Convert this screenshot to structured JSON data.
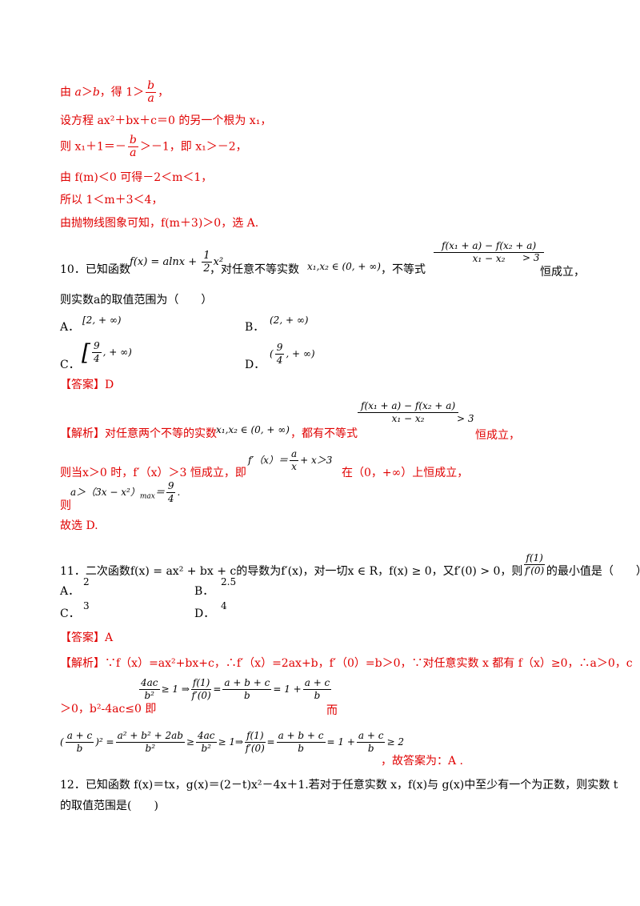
{
  "prev": {
    "l1_a": "由 ",
    "l1_math": "a",
    "l1_b": "＞",
    "l1_math2": "b",
    "l1_c": "，得 1＞",
    "l1_num": "b",
    "l1_den": "a",
    "l1_end": "，",
    "l2": "设方程 ax²＋bx＋c＝0 的另一个根为 x₁，",
    "l3_a": "则 x₁＋1＝－",
    "l3_num": "b",
    "l3_den": "a",
    "l3_b": "＞－1，即 x₁＞－2，",
    "l4": "由 f(m)＜0 可得－2＜m＜1，",
    "l5": "所以 1＜m＋3＜4，",
    "l6": "由抛物线图象可知，f(m＋3)＞0，选 A."
  },
  "q10": {
    "prefix": "10．已知函数",
    "func": "f(x) = alnx + ",
    "half_num": "1",
    "half_den": "2",
    "func_tail": "x²",
    "middle": "，对任意不等实数",
    "cond": "x₁,x₂ ∈ (0, + ∞)",
    "ineq_label": "，不等式",
    "ineq_num": "f(x₁ + a) − f(x₂ + a)",
    "ineq_den": "x₁ − x₂",
    "ineq_rhs": "> 3",
    "suffix": "恒成立，",
    "line2": "则实数a的取值范围为（　　）",
    "optA_label": "A．",
    "optA_val": "[2, + ∞)",
    "optB_label": "B．",
    "optB_val": "(2, + ∞)",
    "optC_label": "C．",
    "optC_num": "9",
    "optC_den": "4",
    "optC_tail": ", + ∞)",
    "optD_label": "D．",
    "optD_num": "9",
    "optD_den": "4",
    "optD_tail": ", + ∞)",
    "answer": "【答案】D",
    "ana_label": "【解析】对任意两个不等的实数",
    "ana_cond": "x₁,x₂ ∈ (0, + ∞)",
    "ana_mid": "，都有不等式",
    "ana_num": "f(x₁ + a) − f(x₂ + a)",
    "ana_den": "x₁ − x₂",
    "ana_rhs": "> 3",
    "ana_end": "恒成立，",
    "l2_a": "则当x＞0 时，f′（x）＞3 恒成立，即",
    "l2_f": "f′（x）＝",
    "l2_num": "a",
    "l2_den": "x",
    "l2_b": "+ x＞3",
    "l2_c": "在（0，+∞）上恒成立，",
    "l3_a": "a＞（3x − x²）",
    "l3_sub": "max",
    "l3_eq": "＝",
    "l3_num": "9",
    "l3_den": "4",
    "l3_end": ".",
    "l3_pre": "则",
    "final": "故选 D."
  },
  "q11": {
    "text_a": "11．二次函数f(x) = ax² + bx + c的导数为f′(x)，对一切x ∈ R，f(x) ≥ 0，又f′(0) > 0，则",
    "frac_num": "f(1)",
    "frac_den": "f′(0)",
    "text_b": "的最小值是（　　）",
    "optA_label": "A．",
    "optA_val": "2",
    "optB_label": "B．",
    "optB_val": "2.5",
    "optC_label": "C．",
    "optC_val": "3",
    "optD_label": "D．",
    "optD_val": "4",
    "answer": "【答案】A",
    "ana1": "【解析】∵f（x）=ax²+bx+c，∴f′（x）=2ax+b，f′（0）=b＞0，∵对任意实数 x 都有 f（x）≥0，∴a＞0，c",
    "ana2_a": "＞0，b²-4ac≤0 即",
    "ana2_n1": "4ac",
    "ana2_d1": "b²",
    "ana2_b": "≥ 1 ⇒",
    "ana2_n2": "f(1)",
    "ana2_d2": "f′(0)",
    "ana2_c": "=",
    "ana2_n3": "a + b + c",
    "ana2_d3": "b",
    "ana2_d": "= 1 +",
    "ana2_n4": "a + c",
    "ana2_d4": "b",
    "ana2_e": "而",
    "ana3_n1": "a + c",
    "ana3_d1": "b",
    "ana3_a": ")² =",
    "ana3_n2": "a² + b² + 2ab",
    "ana3_d2": "b²",
    "ana3_b": "≥",
    "ana3_n3": "4ac",
    "ana3_d3": "b²",
    "ana3_c": "≥ 1⇒",
    "ana3_n4": "f(1)",
    "ana3_d4": "f′(0)",
    "ana3_d": "=",
    "ana3_n5": "a + b + c",
    "ana3_d5": "b",
    "ana3_e": "= 1 +",
    "ana3_n6": "a + c",
    "ana3_d6": "b",
    "ana3_f": "≥ 2",
    "ana3_end": "，故答案为：A ."
  },
  "q12": {
    "line1": "12．已知函数 f(x)＝tx，g(x)＝(2－t)x²－4x＋1.若对于任意实数 x，f(x)与 g(x)中至少有一个为正数，则实数 t",
    "line2": "的取值范围是(　　)"
  }
}
